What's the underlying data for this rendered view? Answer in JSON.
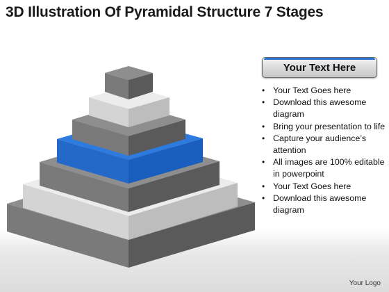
{
  "title": "3D Illustration Of Pyramidal Structure 7 Stages",
  "panel": {
    "heading": "Your Text Here",
    "accent_color": "#2b74d4"
  },
  "bullets": [
    "Your Text Goes here",
    "Download this awesome diagram",
    "Bring your presentation to life",
    "Capture your audience’s attention",
    "All images are 100% editable in powerpoint",
    "Your Text Goes here",
    "Download this awesome diagram"
  ],
  "logo_text": "Your Logo",
  "pyramid": {
    "stage_count": 7,
    "highlighted_stage": 4,
    "colors": {
      "gray_top": "#8e8e8e",
      "gray_side": "#5a5a5a",
      "light_top": "#ececec",
      "light_side": "#bdbdbd",
      "blue_top": "#2e7be0",
      "blue_side": "#1a5fbd"
    }
  }
}
